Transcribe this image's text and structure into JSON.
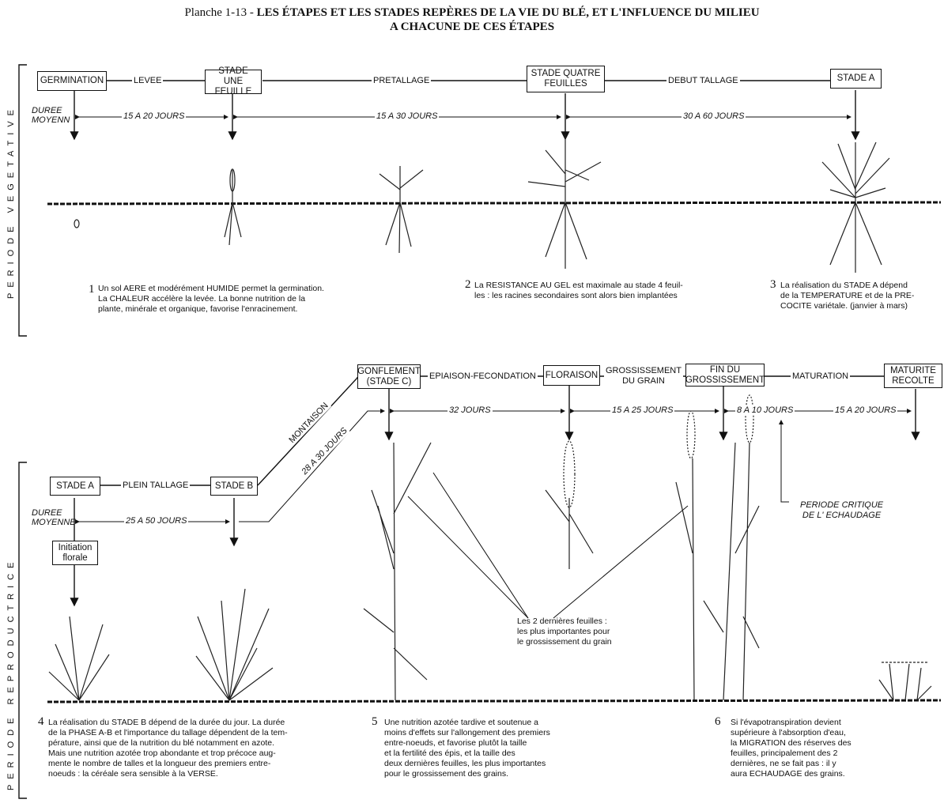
{
  "title": {
    "prefix": "Planche 1-13 - ",
    "line1": "LES ÉTAPES ET LES STADES REPÈRES DE LA VIE DU BLÉ, ET L'INFLUENCE DU MILIEU",
    "line2": "A CHACUNE DE CES ÉTAPES"
  },
  "vegetative": {
    "side_label": "PERIODE VEGETATIVE",
    "duree_label": "DUREE\nMOYENN",
    "stages": [
      "GERMINATION",
      "STADE UNE\nFEUILLE",
      "STADE QUATRE\nFEUILLES",
      "STADE A"
    ],
    "transitions": [
      "LEVEE",
      "PRETALLAGE",
      "DEBUT TALLAGE"
    ],
    "durations": [
      "15 A 20 JOURS",
      "15 A 30 JOURS",
      "30 A 60 JOURS"
    ],
    "notes": [
      {
        "num": "1",
        "text": "Un sol AERE et modérément HUMIDE permet la germination.\nLa CHALEUR accélère la levée. La bonne nutrition de la\nplante, minérale et organique, favorise l'enracinement."
      },
      {
        "num": "2",
        "text": "La RESISTANCE AU GEL est maximale au stade 4 feuil-\nles : les racines secondaires sont alors bien implantées"
      },
      {
        "num": "3",
        "text": "La réalisation du STADE A dépend\nde la TEMPERATURE et de la PRE-\nCOCITE variétale. (janvier à mars)"
      }
    ]
  },
  "reproductive": {
    "side_label": "PERIODE REPRODUCTRICE",
    "duree_label": "DUREE\nMOYENNE",
    "stages": [
      "STADE A",
      "STADE B",
      "GONFLEMENT\n(STADE C)",
      "FLORAISON",
      "FIN DU\nGROSSISSEMENT",
      "MATURITE\nRECOLTE",
      "Initiation\nflorale"
    ],
    "transitions": [
      "PLEIN TALLAGE",
      "MONTAISON",
      "EPIAISON-FECONDATION",
      "GROSSISSEMENT\nDU GRAIN",
      "MATURATION"
    ],
    "durations": [
      "25 A 50 JOURS",
      "28 A 30 JOURS",
      "32 JOURS",
      "15 A 25 JOURS",
      "8 A 10 JOURS",
      "15 A 20 JOURS"
    ],
    "critical": "PERIODE CRITIQUE\nDE L' ECHAUDAGE",
    "leaves_note": "Les 2 dernières feuilles :\nles plus importantes pour\nle grossissement du grain",
    "notes": [
      {
        "num": "4",
        "text": "La réalisation du STADE B dépend de la durée du jour. La durée\nde la PHASE A-B et l'importance du tallage dépendent de la tem-\npérature, ainsi que de la nutrition du blé notamment en azote.\nMais une nutrition azotée trop abondante et trop précoce aug-\nmente le nombre de talles et la longueur des premiers entre-\nnoeuds : la céréale sera sensible à la VERSE."
      },
      {
        "num": "5",
        "text": "Une nutrition azotée tardive et soutenue a\nmoins d'effets sur l'allongement des premiers\nentre-noeuds, et favorise plutôt la taille\net la fertilité des épis, et la taille des\ndeux dernières feuilles, les plus importantes\npour le grossissement des grains."
      },
      {
        "num": "6",
        "text": "Si l'évapotranspiration devient\nsupérieure à l'absorption d'eau,\nla MIGRATION des réserves des\nfeuilles, principalement des 2\ndernières, ne se fait pas : il y\naura ECHAUDAGE des grains."
      }
    ]
  }
}
